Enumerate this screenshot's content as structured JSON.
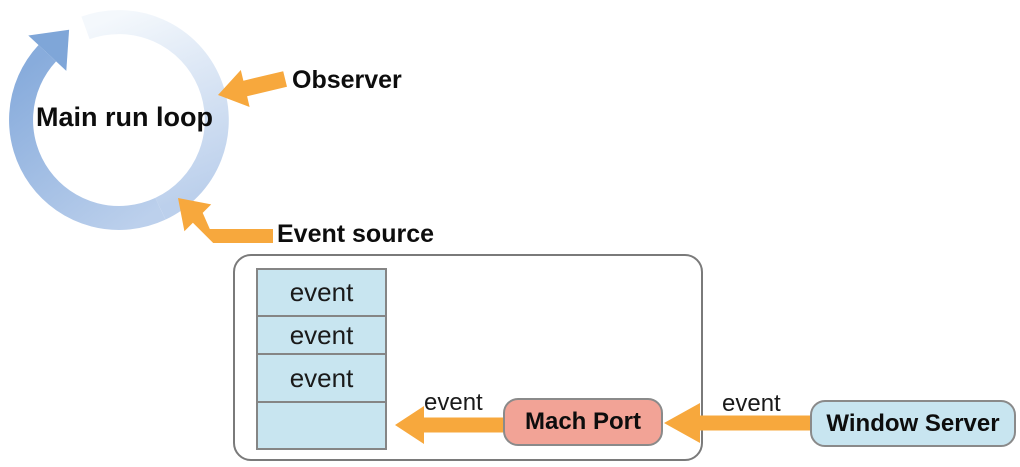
{
  "run_loop": {
    "label": "Main run loop"
  },
  "annotations": {
    "observer": "Observer",
    "event_source": "Event source"
  },
  "event_queue": {
    "cells": [
      "event",
      "event",
      "event",
      ""
    ]
  },
  "mach_port": {
    "label": "Mach Port"
  },
  "window_server": {
    "label": "Window Server"
  },
  "arrows": {
    "mach_to_queue_label": "event",
    "server_to_mach_label": "event"
  },
  "colors": {
    "arrow_orange": "#F7A83D",
    "ring_gradient_start": "#F4F8FC",
    "ring_gradient_mid": "#BCD0EC",
    "ring_gradient_end": "#88ACDC",
    "ring_arrowhead": "#7FA6D8",
    "queue_cell_fill": "#C8E5F0",
    "window_server_fill": "#C8E5F0",
    "mach_port_fill": "#F2A396",
    "frame_border": "#7A7A7A",
    "box_border": "#8A8A8A"
  }
}
